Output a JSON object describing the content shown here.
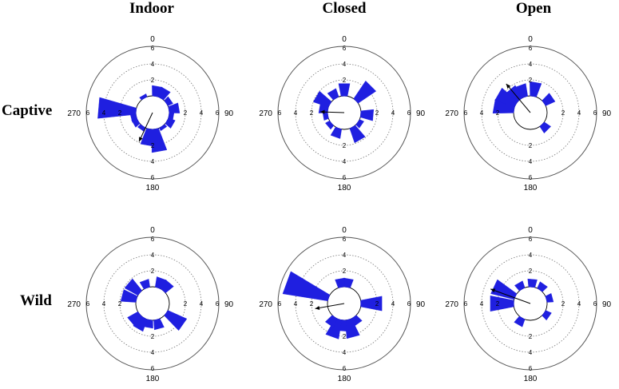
{
  "column_titles": [
    "Indoor",
    "Closed",
    "Open"
  ],
  "row_titles": [
    "Captive",
    "Wild"
  ],
  "colors": {
    "bar": "#1f1fe0",
    "arrow": "#000000",
    "grid": "#777777",
    "frame": "#555555"
  },
  "chart_data": [
    {
      "type": "polar-bar",
      "panel": "Captive / Indoor",
      "angle_labels": [
        "0",
        "90",
        "180",
        "270"
      ],
      "r_ticks": [
        "2",
        "4",
        "6"
      ],
      "rlim": [
        0,
        6
      ],
      "bins": [
        [
          10,
          1.3
        ],
        [
          30,
          1.3
        ],
        [
          55,
          0.7
        ],
        [
          80,
          1.3
        ],
        [
          100,
          0.6
        ],
        [
          120,
          0.9
        ],
        [
          145,
          0.4
        ],
        [
          170,
          2.9
        ],
        [
          190,
          2.1
        ],
        [
          215,
          0.5
        ],
        [
          240,
          0.7
        ],
        [
          255,
          0.7
        ],
        [
          275,
          4.8
        ],
        [
          330,
          0.4
        ]
      ],
      "mean_arrow": {
        "angle": 205,
        "length": 1.9
      }
    },
    {
      "type": "polar-bar",
      "panel": "Captive / Closed",
      "angle_labels": [
        "0",
        "90",
        "180",
        "270"
      ],
      "r_ticks": [
        "2",
        "4",
        "6"
      ],
      "rlim": [
        0,
        6
      ],
      "bins": [
        [
          0,
          1.6
        ],
        [
          45,
          2.7
        ],
        [
          95,
          1.6
        ],
        [
          125,
          0.6
        ],
        [
          150,
          1.9
        ],
        [
          200,
          1.2
        ],
        [
          230,
          0.6
        ],
        [
          260,
          0.6
        ],
        [
          280,
          1.1
        ],
        [
          300,
          2.0
        ],
        [
          330,
          1.1
        ]
      ],
      "mean_arrow": {
        "angle": 272,
        "length": 0.9
      }
    },
    {
      "type": "polar-bar",
      "panel": "Captive / Open",
      "angle_labels": [
        "0",
        "90",
        "180",
        "270"
      ],
      "r_ticks": [
        "2",
        "4",
        "6"
      ],
      "rlim": [
        0,
        6
      ],
      "bins": [
        [
          10,
          1.8
        ],
        [
          55,
          1.3
        ],
        [
          135,
          1.0
        ],
        [
          280,
          2.6
        ],
        [
          300,
          2.6
        ],
        [
          320,
          1.8
        ],
        [
          340,
          1.6
        ]
      ],
      "mean_arrow": {
        "angle": 320,
        "length": 2.6
      }
    },
    {
      "type": "polar-bar",
      "panel": "Wild / Indoor",
      "angle_labels": [
        "0",
        "90",
        "180",
        "270"
      ],
      "r_ticks": [
        "2",
        "4",
        "6"
      ],
      "rlim": [
        0,
        6
      ],
      "bins": [
        [
          20,
          1.3
        ],
        [
          40,
          1.3
        ],
        [
          125,
          2.6
        ],
        [
          165,
          1.2
        ],
        [
          190,
          1.0
        ],
        [
          210,
          1.6
        ],
        [
          230,
          1.5
        ],
        [
          285,
          1.9
        ],
        [
          310,
          1.9
        ],
        [
          340,
          1.0
        ]
      ],
      "mean_arrow": null
    },
    {
      "type": "polar-bar",
      "panel": "Wild / Closed",
      "angle_labels": [
        "0",
        "90",
        "180",
        "270"
      ],
      "r_ticks": [
        "2",
        "4",
        "6"
      ],
      "rlim": [
        0,
        6
      ],
      "bins": [
        [
          10,
          1.1
        ],
        [
          90,
          2.7
        ],
        [
          145,
          1.0
        ],
        [
          165,
          2.3
        ],
        [
          185,
          1.4
        ],
        [
          200,
          2.4
        ],
        [
          215,
          1.2
        ],
        [
          290,
          5.7
        ],
        [
          350,
          1.1
        ]
      ],
      "mean_arrow": {
        "angle": 260,
        "length": 1.6
      }
    },
    {
      "type": "polar-bar",
      "panel": "Wild / Open",
      "angle_labels": [
        "0",
        "90",
        "180",
        "270"
      ],
      "r_ticks": [
        "2",
        "4",
        "6"
      ],
      "rlim": [
        0,
        6
      ],
      "bins": [
        [
          5,
          1.0
        ],
        [
          35,
          0.9
        ],
        [
          75,
          0.8
        ],
        [
          125,
          0.8
        ],
        [
          210,
          1.0
        ],
        [
          270,
          3.0
        ],
        [
          295,
          3.0
        ],
        [
          330,
          0.9
        ]
      ],
      "mean_arrow": {
        "angle": 290,
        "length": 3.2
      }
    }
  ]
}
